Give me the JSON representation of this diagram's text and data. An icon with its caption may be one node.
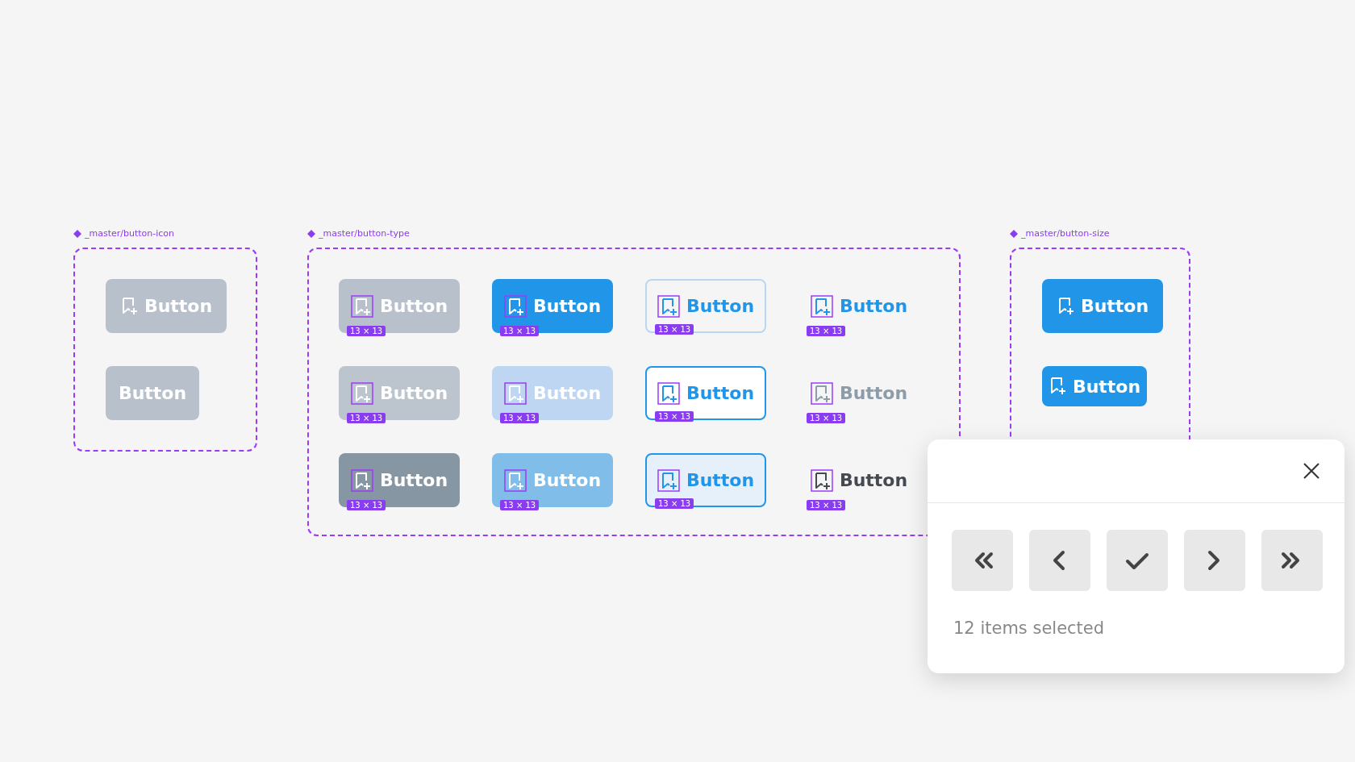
{
  "diagram": {
    "nodes": [
      {
        "text": [
          "_master/button-icon"
        ]
      },
      {
        "text": [
          "Button"
        ],
        "in": 0
      },
      {
        "text": [
          "Button"
        ],
        "in": 0
      },
      {
        "text": [
          "_master/button-type"
        ]
      },
      {
        "text": [
          "Button",
          "13 × 13"
        ],
        "in": 3
      },
      {
        "text": [
          "Button",
          "13 × 13"
        ],
        "in": 3
      },
      {
        "text": [
          "Button",
          "13 × 13"
        ],
        "in": 3
      },
      {
        "text": [
          "Button",
          "13 × 13"
        ],
        "in": 3
      },
      {
        "text": [
          "Button",
          "13 × 13"
        ],
        "in": 3
      },
      {
        "text": [
          "Button",
          "13 × 13"
        ],
        "in": 3
      },
      {
        "text": [
          "Button",
          "13 × 13"
        ],
        "in": 3
      },
      {
        "text": [
          "Button",
          "13 × 13"
        ],
        "in": 3
      },
      {
        "text": [
          "Button",
          "13 × 13"
        ],
        "in": 3
      },
      {
        "text": [
          "Button",
          "13 × 13"
        ],
        "in": 3
      },
      {
        "text": [
          "Button",
          "13 × 13"
        ],
        "in": 3
      },
      {
        "text": [
          "Button",
          "13 × 13"
        ],
        "in": 3
      },
      {
        "text": [
          "_master/button-size"
        ]
      },
      {
        "text": [
          "Button"
        ],
        "in": 16
      },
      {
        "text": [
          "Button"
        ],
        "in": 16
      },
      {
        "text": [
          "12 items selected"
        ]
      }
    ],
    "edges": []
  }
}
